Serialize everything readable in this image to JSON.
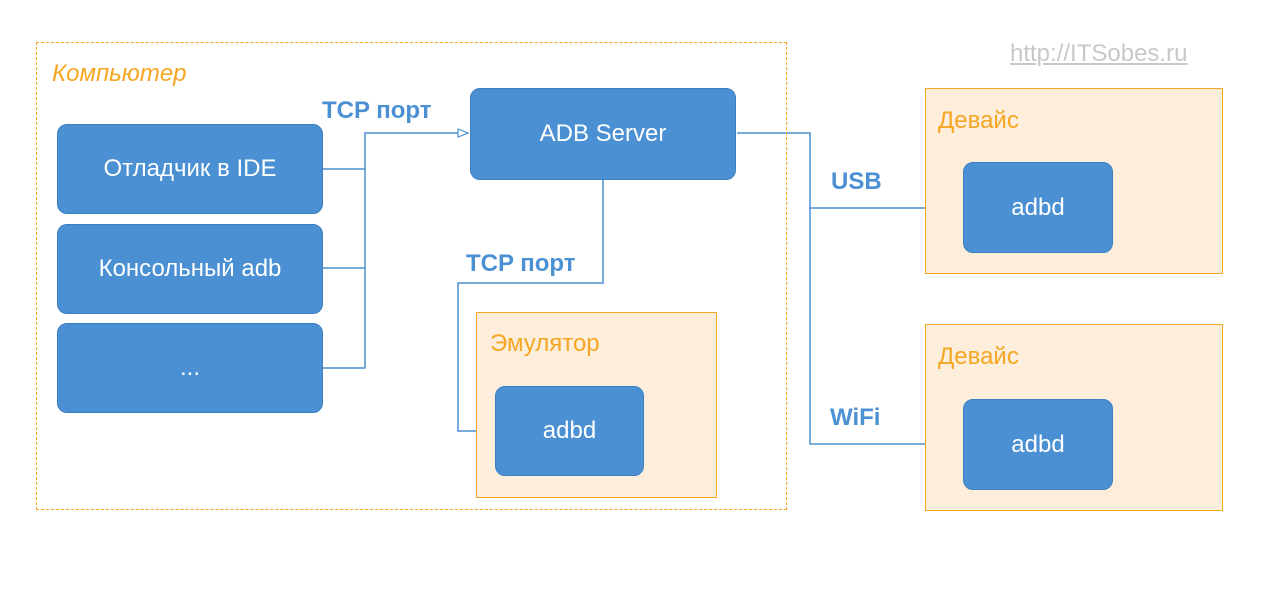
{
  "colors": {
    "box_fill": "#4a90d2",
    "container_fill": "#fdeedc",
    "accent_orange": "#f5a623",
    "label_blue": "#4a90d2",
    "watermark": "#c8c8c8"
  },
  "watermark": "http://ITSobes.ru",
  "computer": {
    "label": "Компьютер",
    "clients": [
      {
        "label": "Отладчик в IDE"
      },
      {
        "label": "Консольный adb"
      },
      {
        "label": "..."
      }
    ],
    "server_label": "ADB Server",
    "emulator": {
      "title": "Эмулятор",
      "daemon": "adbd"
    }
  },
  "devices": [
    {
      "title": "Девайс",
      "daemon": "adbd"
    },
    {
      "title": "Девайс",
      "daemon": "adbd"
    }
  ],
  "edges": {
    "client_to_server": "TCP порт",
    "server_to_emulator": "TCP порт",
    "server_to_device_1": "USB",
    "server_to_device_2": "WiFi"
  }
}
